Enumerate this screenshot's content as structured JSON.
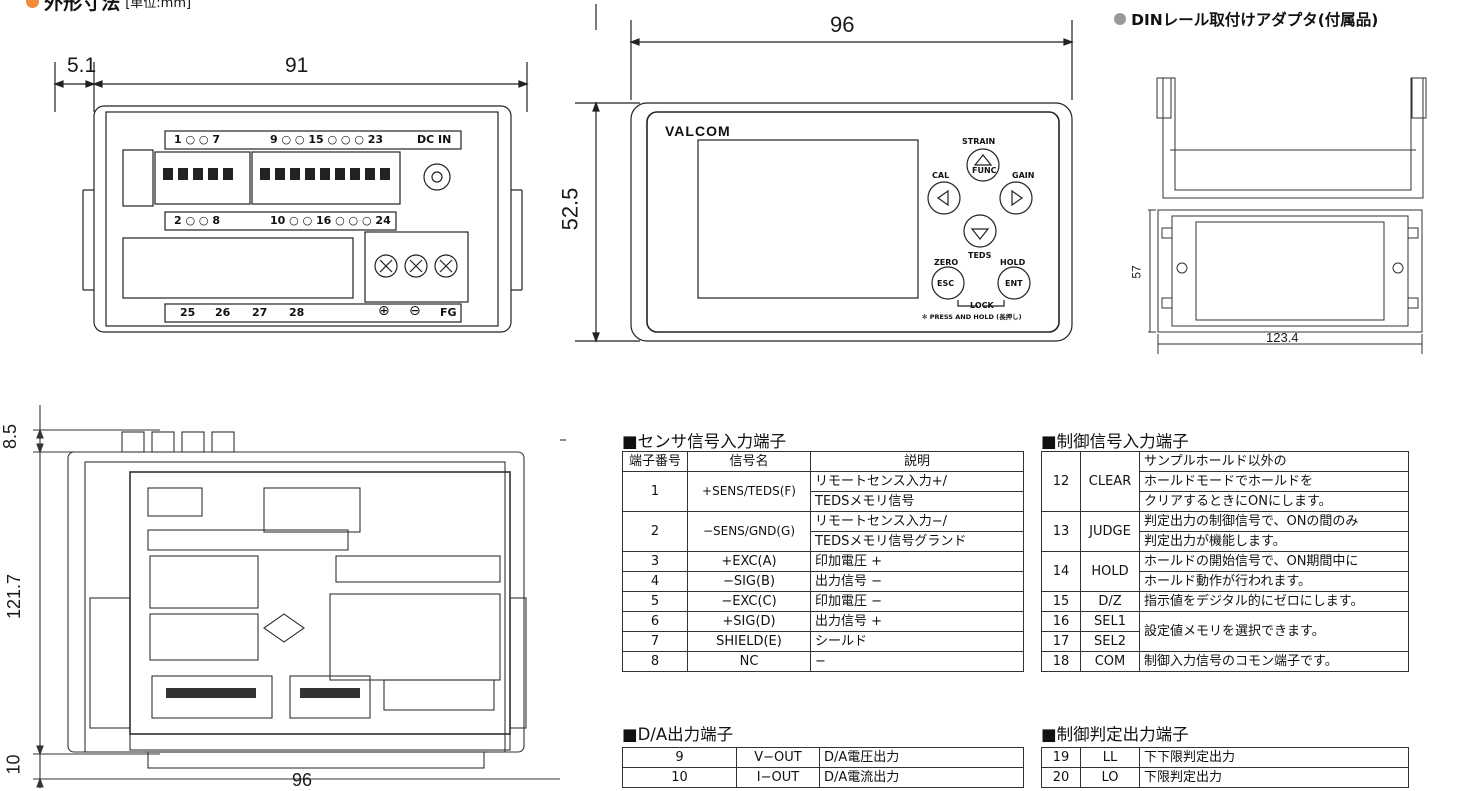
{
  "header": {
    "outline_title": "外形寸法",
    "outline_unit": "[単位:mm]",
    "din_title": "DINレール取付けアダプタ(付属品)"
  },
  "rear_view": {
    "dim_left": "5.1",
    "dim_width": "91",
    "terminal_top_row": "1 ○ ○ 7",
    "terminal_top_row2": "9 ○ ○ 15 ○ ○ ○ 23",
    "dc_in": "DC IN",
    "terminal_mid_row": "2 ○ ○ 8",
    "terminal_mid_row2": "10 ○ ○ 16 ○ ○ ○ 24",
    "bottom_labels": [
      "25",
      "26",
      "27",
      "28"
    ],
    "plus_symbol": "⊕",
    "minus_symbol": "⊖",
    "fg_label": "FG"
  },
  "front_view": {
    "dim_width": "96",
    "dim_height": "52.5",
    "brand": "VALCOM",
    "strain": "STRAIN",
    "func": "FUNC",
    "cal": "CAL",
    "gain": "GAIN",
    "teds": "TEDS",
    "zero": "ZERO",
    "hold": "HOLD",
    "esc": "ESC",
    "ent": "ENT",
    "lock": "LOCK",
    "press_hold": "✻ PRESS AND HOLD (長押し)"
  },
  "din_adapter": {
    "dim_height": "57",
    "dim_width": "123.4"
  },
  "side_view": {
    "dim_top": "8.5",
    "dim_mid": "121.7",
    "dim_bottom": "10",
    "dim_width": "96"
  },
  "sensor_table": {
    "title": "■センサ信号入力端子",
    "headers": [
      "端子番号",
      "信号名",
      "説明"
    ],
    "rows": [
      {
        "no": "1",
        "signal": "+SENS/TEDS(F)",
        "desc1": "リモートセンス入力+/",
        "desc2": "TEDSメモリ信号"
      },
      {
        "no": "2",
        "signal": "−SENS/GND(G)",
        "desc1": "リモートセンス入力−/",
        "desc2": "TEDSメモリ信号グランド"
      },
      {
        "no": "3",
        "signal": "+EXC(A)",
        "desc1": "印加電圧 +"
      },
      {
        "no": "4",
        "signal": "−SIG(B)",
        "desc1": "出力信号 −"
      },
      {
        "no": "5",
        "signal": "−EXC(C)",
        "desc1": "印加電圧 −"
      },
      {
        "no": "6",
        "signal": "+SIG(D)",
        "desc1": "出力信号 +"
      },
      {
        "no": "7",
        "signal": "SHIELD(E)",
        "desc1": "シールド"
      },
      {
        "no": "8",
        "signal": "NC",
        "desc1": "−"
      }
    ]
  },
  "da_table": {
    "title": "■D/A出力端子",
    "rows": [
      {
        "no": "9",
        "signal": "V−OUT",
        "desc": "D/A電圧出力"
      },
      {
        "no": "10",
        "signal": "I−OUT",
        "desc": "D/A電流出力"
      }
    ]
  },
  "control_table": {
    "title": "■制御信号入力端子",
    "rows": [
      {
        "no": "12",
        "signal": "CLEAR",
        "desc": [
          "サンプルホールド以外の",
          "ホールドモードでホールドを",
          "クリアするときにONにします。"
        ]
      },
      {
        "no": "13",
        "signal": "JUDGE",
        "desc": [
          "判定出力の制御信号で、ONの間のみ",
          "判定出力が機能します。"
        ]
      },
      {
        "no": "14",
        "signal": "HOLD",
        "desc": [
          "ホールドの開始信号で、ON期間中に",
          "ホールド動作が行われます。"
        ]
      },
      {
        "no": "15",
        "signal": "D/Z",
        "desc": [
          "指示値をデジタル的にゼロにします。"
        ]
      },
      {
        "no": "16",
        "signal": "SEL1",
        "desc": [
          "設定値メモリを選択できます。"
        ]
      },
      {
        "no": "17",
        "signal": "SEL2"
      },
      {
        "no": "18",
        "signal": "COM",
        "desc": [
          "制御入力信号のコモン端子です。"
        ]
      }
    ]
  },
  "judge_table": {
    "title": "■制御判定出力端子",
    "rows": [
      {
        "no": "19",
        "signal": "LL",
        "desc": "下下限判定出力"
      },
      {
        "no": "20",
        "signal": "LO",
        "desc": "下限判定出力"
      }
    ]
  },
  "colors": {
    "accent_dot": "#f08c3c",
    "din_dot": "#9a9a9a",
    "line": "#222222"
  }
}
